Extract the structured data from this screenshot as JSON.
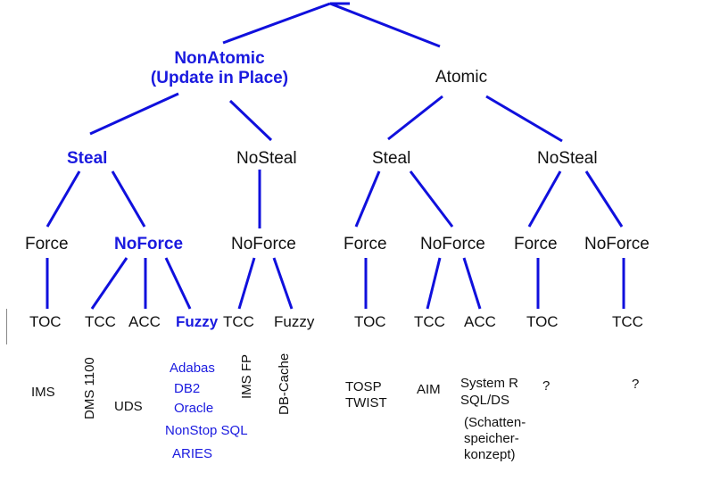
{
  "colors": {
    "edge": "#1010dd",
    "highlight": "#1a1adf",
    "text": "#111111"
  },
  "tree": {
    "nonatomic": {
      "line1": "NonAtomic",
      "line2": "(Update in Place)"
    },
    "atomic": "Atomic",
    "steal_left": "Steal",
    "nosteal_left": "NoSteal",
    "steal_right": "Steal",
    "nosteal_right": "NoSteal",
    "force_1": "Force",
    "noforce_1": "NoForce",
    "noforce_2": "NoForce",
    "force_3": "Force",
    "noforce_3": "NoForce",
    "force_4": "Force",
    "noforce_4": "NoForce"
  },
  "leaves": {
    "toc_1": "TOC",
    "tcc_1": "TCC",
    "acc_1": "ACC",
    "fuzzy_1": "Fuzzy",
    "tcc_2": "TCC",
    "fuzzy_2": "Fuzzy",
    "toc_3": "TOC",
    "tcc_3": "TCC",
    "acc_3": "ACC",
    "toc_4": "TOC",
    "tcc_4": "TCC"
  },
  "systems": {
    "ims": "IMS",
    "dms1100": "DMS 1100",
    "uds": "UDS",
    "adabas": "Adabas",
    "db2": "DB2",
    "oracle": "Oracle",
    "nonstop_sql": "NonStop SQL",
    "aries": "ARIES",
    "ims_fp": "IMS FP",
    "db_cache": "DB-Cache",
    "tosp": "TOSP",
    "twist": "TWIST",
    "aim": "AIM",
    "system_r": "System R",
    "sql_ds": "SQL/DS",
    "schatten_1": "(Schatten-",
    "schatten_2": "speicher-",
    "schatten_3": "konzept)",
    "unknown_1": "?",
    "unknown_2": "?"
  }
}
